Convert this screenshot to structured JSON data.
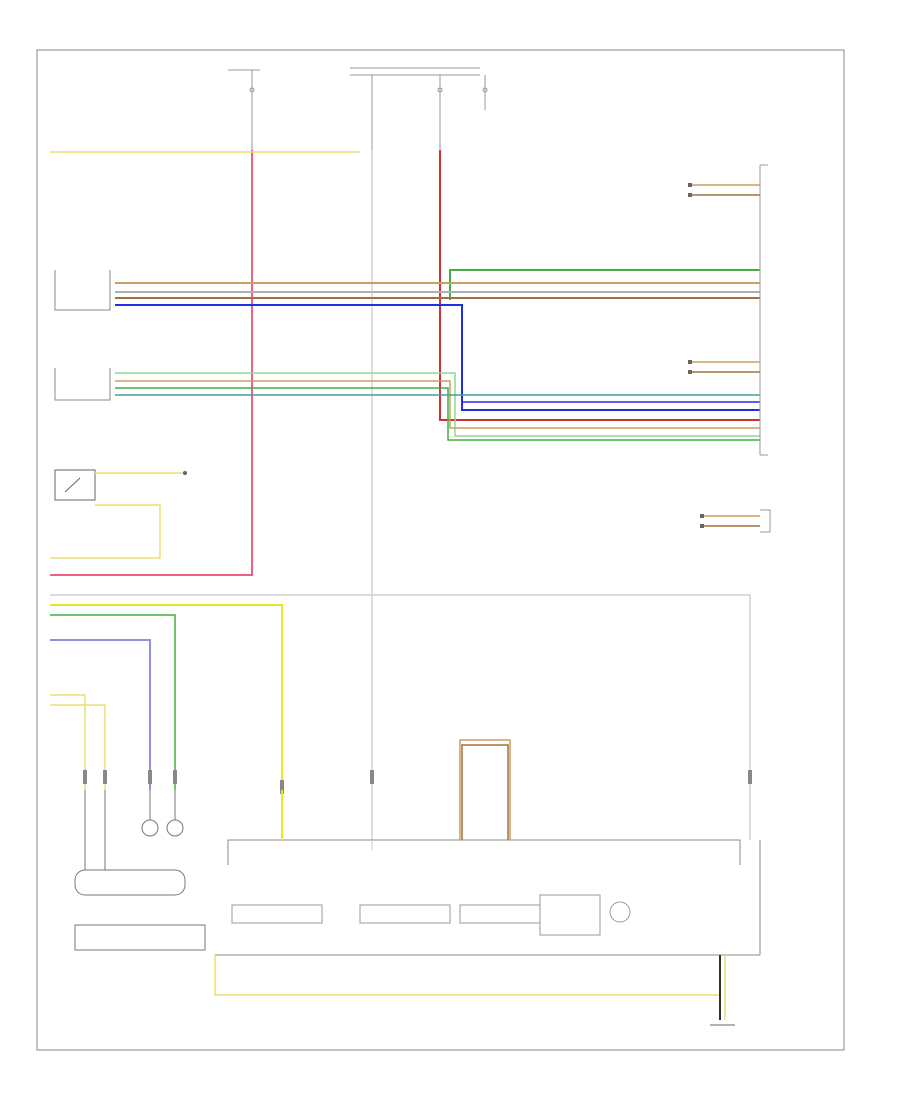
{
  "diagram": {
    "title": "",
    "footer_code": "",
    "colors": {
      "frame": "#888888",
      "white_yel": "#e8e070",
      "red_pnk": "#f06080",
      "red": "#d03030",
      "gray": "#b0b0b0",
      "green": "#40b040",
      "tan": "#c8a060",
      "blue": "#2030e0",
      "yellow": "#e8e820",
      "violet": "#9090e0",
      "teal": "#40a0a0",
      "light_green": "#90d890",
      "brown": "#a07040",
      "black": "#303030"
    },
    "components": [
      {
        "id": "left-front-level-sensor",
        "label": ""
      },
      {
        "id": "left-rear-level-sensor",
        "label": ""
      },
      {
        "id": "headlamp-switch",
        "label": ""
      },
      {
        "id": "central-gateway-module",
        "label": ""
      },
      {
        "id": "instrument-cluster",
        "label": ""
      },
      {
        "id": "headlamp-control-module",
        "label": ""
      },
      {
        "id": "right-headlamp-assembly",
        "label": ""
      },
      {
        "id": "left-headlamp-assembly",
        "label": ""
      },
      {
        "id": "ground",
        "label": ""
      }
    ],
    "wires": []
  }
}
